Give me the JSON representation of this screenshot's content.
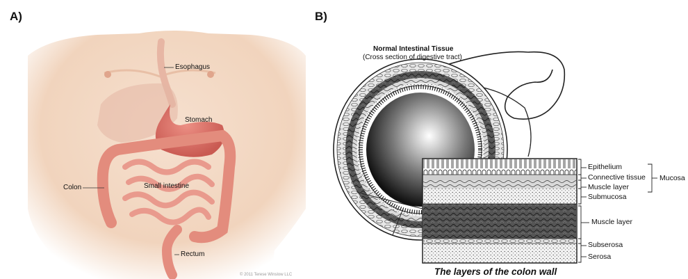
{
  "panel_a": {
    "label": "A)",
    "labels": {
      "esophagus": "Esophagus",
      "stomach": "Stomach",
      "colon": "Colon",
      "small_intestine": "Small intestine",
      "rectum": "Rectum"
    },
    "copyright": "© 2011 Terese Winslow LLC"
  },
  "panel_b": {
    "label": "B)",
    "title": "Normal Intestinal Tissue",
    "subtitle": "(Cross section of digestive tract)",
    "layers": {
      "epithelium": "Epithelium",
      "connective_tissue": "Connective tissue",
      "muscle_layer_1": "Muscle layer",
      "submucosa": "Submucosa",
      "muscle_layer_2": "Muscle layer",
      "subserosa": "Subserosa",
      "serosa": "Serosa"
    },
    "group_label": "Mucosa",
    "caption": "The layers of the colon wall"
  },
  "colors": {
    "skin": "#f3d9c4",
    "organ": "#e99a8d",
    "stomach": "#d8746a"
  }
}
